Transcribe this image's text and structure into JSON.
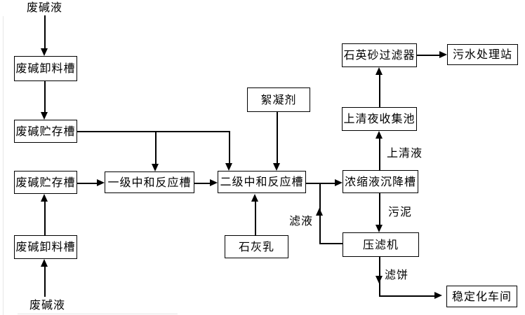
{
  "diagram": {
    "title": "waste-alkali-liquid-treatment-flowchart",
    "nodes": {
      "unload_top": "废碱卸料槽",
      "storage_top": "废碱贮存槽",
      "storage_bottom": "废碱贮存槽",
      "unload_bottom": "废碱卸料槽",
      "neutral_1": "一级中和反应槽",
      "neutral_2": "二级中和反应槽",
      "flocculant": "絮凝剂",
      "lime_milk": "石灰乳",
      "settling": "浓缩液沉降槽",
      "filter_press": "压滤机",
      "supernatant_pool": "上清夜收集池",
      "sand_filter": "石英砂过滤器",
      "sewage_station": "污水处理站",
      "stabilization": "稳定化车间"
    },
    "labels": {
      "feed_top": "废碱液",
      "feed_bottom": "废碱液",
      "supernatant": "上清液",
      "sludge": "污泥",
      "filtrate": "滤液",
      "filter_cake": "滤饼"
    },
    "colors": {
      "line": "#000000",
      "background": "#ffffff",
      "page_edge": "#e7e7e7"
    }
  }
}
